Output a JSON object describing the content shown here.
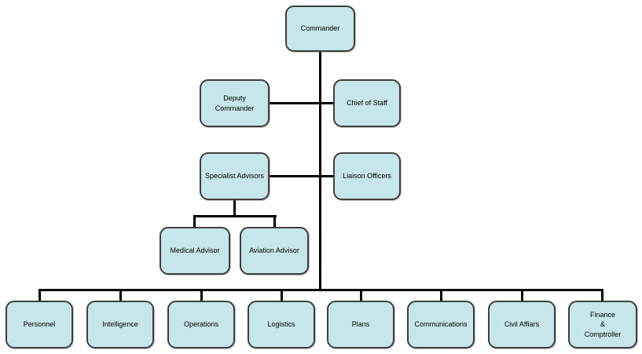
{
  "diagram": {
    "type": "org-chart",
    "background_color": "#ffffff",
    "node_fill_color": "#c7e6e9",
    "node_border_color": "#3f3f3f",
    "connector_color": "#000000",
    "nodes": {
      "commander": {
        "label": "Commander"
      },
      "deputy_commander": {
        "label": "Deputy Commander"
      },
      "chief_of_staff": {
        "label": "Chief of Staff"
      },
      "specialist_advisors": {
        "label": "Specialist Advisors"
      },
      "liaison_officers": {
        "label": "Liaison Officers"
      },
      "medical_advisor": {
        "label": "Medical Advisor"
      },
      "aviation_advisor": {
        "label": "Aviation Advisor"
      },
      "personnel": {
        "label": "Personnel"
      },
      "intelligence": {
        "label": "Intelligence"
      },
      "operations": {
        "label": "Operations"
      },
      "logistics": {
        "label": "Logistics"
      },
      "plans": {
        "label": "Plans"
      },
      "communications": {
        "label": "Communications"
      },
      "civil_affiars": {
        "label": "Civil Affiars"
      },
      "finance_comptroller": {
        "label": "Finance\n&\nComptroller"
      }
    },
    "hierarchy": {
      "Commander": [
        "Deputy Commander",
        "Chief of Staff",
        "Specialist Advisors",
        "Liaison Officers",
        "Personnel",
        "Intelligence",
        "Operations",
        "Logistics",
        "Plans",
        "Communications",
        "Civil Affiars",
        "Finance & Comptroller"
      ],
      "Specialist Advisors": [
        "Medical Advisor",
        "Aviation Advisor"
      ]
    }
  }
}
